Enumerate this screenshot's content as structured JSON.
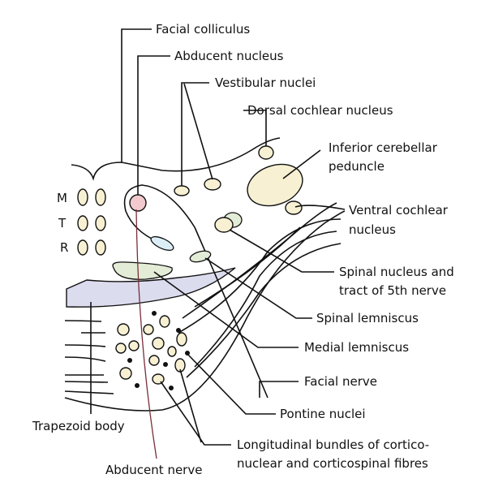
{
  "labels": {
    "facial_colliculus": "Facial colliculus",
    "abducent_nucleus": "Abducent nucleus",
    "vestibular_nuclei": "Vestibular nuclei",
    "dorsal_cochlear_nucleus": "Dorsal cochlear nucleus",
    "inferior_cerebellar_peduncle_1": "Inferior cerebellar",
    "inferior_cerebellar_peduncle_2": "peduncle",
    "ventral_cochlear_nucleus_1": "Ventral cochlear",
    "ventral_cochlear_nucleus_2": "nucleus",
    "spinal_nucleus_1": "Spinal nucleus and",
    "spinal_nucleus_2": "tract of 5th nerve",
    "spinal_lemniscus": "Spinal lemniscus",
    "medial_lemniscus": "Medial lemniscus",
    "facial_nerve": "Facial nerve",
    "pontine_nuclei": "Pontine nuclei",
    "longitudinal_bundles_1": "Longitudinal bundles of cortico-",
    "longitudinal_bundles_2": "nuclear and corticospinal fibres",
    "trapezoid_body": "Trapezoid body",
    "abducent_nerve": "Abducent nerve",
    "m": "M",
    "t": "T",
    "r": "R"
  },
  "colors": {
    "nucleus_fill": "#f7f0d2",
    "abducent_nucleus_fill": "#f2c9cc",
    "trapezoid_fill": "#dcdcef",
    "lemniscus_fill": "#e3ecd6",
    "facial_loop_oval_fill": "#dbeef7"
  }
}
